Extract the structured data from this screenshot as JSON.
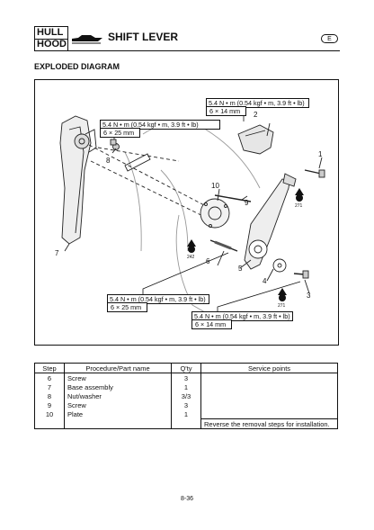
{
  "header": {
    "tag_line1": "HULL",
    "tag_line2": "HOOD",
    "title": "SHIFT LEVER",
    "lang_badge": "E"
  },
  "section_title": "EXPLODED DIAGRAM",
  "diagram": {
    "torque_specs": [
      {
        "torque": "5.4 N • m (0.54 kgf • m, 3.9 ft • lb)",
        "size": "6 × 14 mm"
      },
      {
        "torque": "5.4 N • m (0.54 kgf • m, 3.9 ft • lb)",
        "size": "6 × 25 mm"
      },
      {
        "torque": "5.4 N • m (0.54 kgf • m, 3.9 ft • lb)",
        "size": "6 × 25 mm"
      },
      {
        "torque": "5.4 N • m (0.54 kgf • m, 3.9 ft • lb)",
        "size": "6 × 14 mm"
      }
    ],
    "callouts": [
      "1",
      "2",
      "3",
      "4",
      "5",
      "6",
      "7",
      "8",
      "9",
      "10"
    ],
    "locktite_labels": [
      "271",
      "242",
      "271"
    ]
  },
  "table": {
    "headers": [
      "Step",
      "Procedure/Part name",
      "Q'ty",
      "Service points"
    ],
    "rows": [
      {
        "step": "6",
        "name": "Screw",
        "qty": "3",
        "note": ""
      },
      {
        "step": "7",
        "name": "Base assembly",
        "qty": "1",
        "note": ""
      },
      {
        "step": "8",
        "name": "Nut/washer",
        "qty": "3/3",
        "note": ""
      },
      {
        "step": "9",
        "name": "Screw",
        "qty": "3",
        "note": ""
      },
      {
        "step": "10",
        "name": "Plate",
        "qty": "1",
        "note": ""
      },
      {
        "step": "",
        "name": "",
        "qty": "",
        "note": "Reverse the removal steps for installation."
      }
    ]
  },
  "page_number": "8-36"
}
